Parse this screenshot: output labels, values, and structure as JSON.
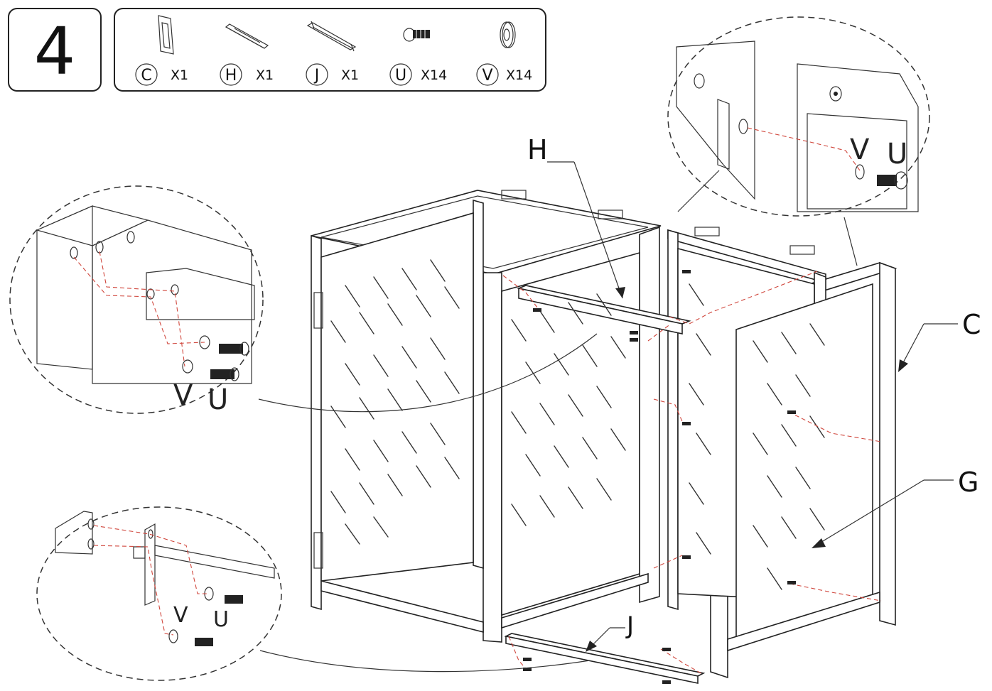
{
  "step": {
    "number": "4"
  },
  "parts_list": [
    {
      "letter": "C",
      "qty": "X1",
      "icon": "panel-frame-icon"
    },
    {
      "letter": "H",
      "qty": "X1",
      "icon": "top-bar-icon"
    },
    {
      "letter": "J",
      "qty": "X1",
      "icon": "bottom-rail-icon"
    },
    {
      "letter": "U",
      "qty": "X14",
      "icon": "bolt-icon"
    },
    {
      "letter": "V",
      "qty": "X14",
      "icon": "washer-icon"
    }
  ],
  "callouts": {
    "h": "H",
    "c": "C",
    "g": "G",
    "j": "J"
  },
  "detail_top_right": {
    "v": "V",
    "u": "U"
  },
  "detail_left": {
    "v": "V",
    "u": "U"
  },
  "detail_bottom_left": {
    "v": "V",
    "u": "U"
  },
  "colors": {
    "line": "#222222",
    "guide": "#d0463c",
    "background": "#ffffff"
  }
}
